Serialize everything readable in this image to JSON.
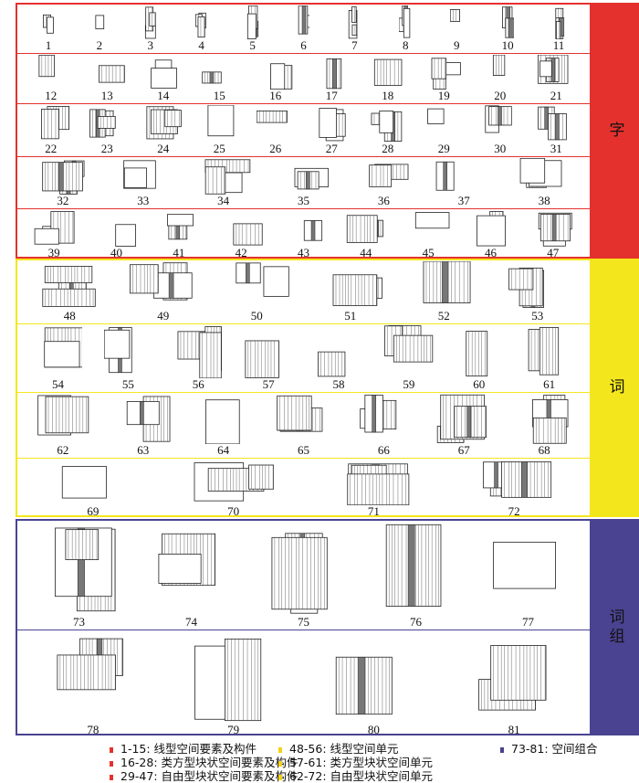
{
  "sections": [
    {
      "label": "字",
      "color": "#e5312d",
      "rows": [
        [
          "1",
          "2",
          "3",
          "4",
          "5",
          "6",
          "7",
          "8",
          "9",
          "10",
          "11"
        ],
        [
          "12",
          "13",
          "14",
          "15",
          "16",
          "17",
          "18",
          "19",
          "20",
          "21"
        ],
        [
          "22",
          "23",
          "24",
          "25",
          "26",
          "27",
          "28",
          "29",
          "30",
          "31"
        ],
        [
          "32",
          "33",
          "34",
          "35",
          "36",
          "37",
          "38"
        ],
        [
          "39",
          "40",
          "41",
          "42",
          "43",
          "44",
          "45",
          "46",
          "47"
        ]
      ]
    },
    {
      "label": "词",
      "color": "#f4e61c",
      "rows": [
        [
          "48",
          "49",
          "50",
          "51",
          "52",
          "53"
        ],
        [
          "54",
          "55",
          "56",
          "57",
          "58",
          "59",
          "60",
          "61"
        ],
        [
          "62",
          "63",
          "64",
          "65",
          "66",
          "67",
          "68"
        ],
        [
          "69",
          "70",
          "71",
          "72"
        ]
      ]
    },
    {
      "label": "词组",
      "color": "#4a4391",
      "rows": [
        [
          "73",
          "74",
          "75",
          "76",
          "77"
        ],
        [
          "78",
          "79",
          "80",
          "81"
        ]
      ]
    }
  ],
  "legend": [
    [
      {
        "text": "1-15:  线型空间要素及构件",
        "color": "#e5312d"
      },
      {
        "text": "16-28:  类方型块状空间要素及构件",
        "color": "#e5312d"
      },
      {
        "text": "29-47:  自由型块状空间要素及构件",
        "color": "#e5312d"
      }
    ],
    [
      {
        "text": "48-56:  线型空间单元",
        "color": "#f4d21c"
      },
      {
        "text": "57-61:  类方型块状空间单元",
        "color": "#f4d21c"
      },
      {
        "text": "62-72:  自由型块状空间单元",
        "color": "#f4d21c"
      }
    ],
    [
      {
        "text": "73-81:  空间组合",
        "color": "#4a4391"
      }
    ]
  ]
}
